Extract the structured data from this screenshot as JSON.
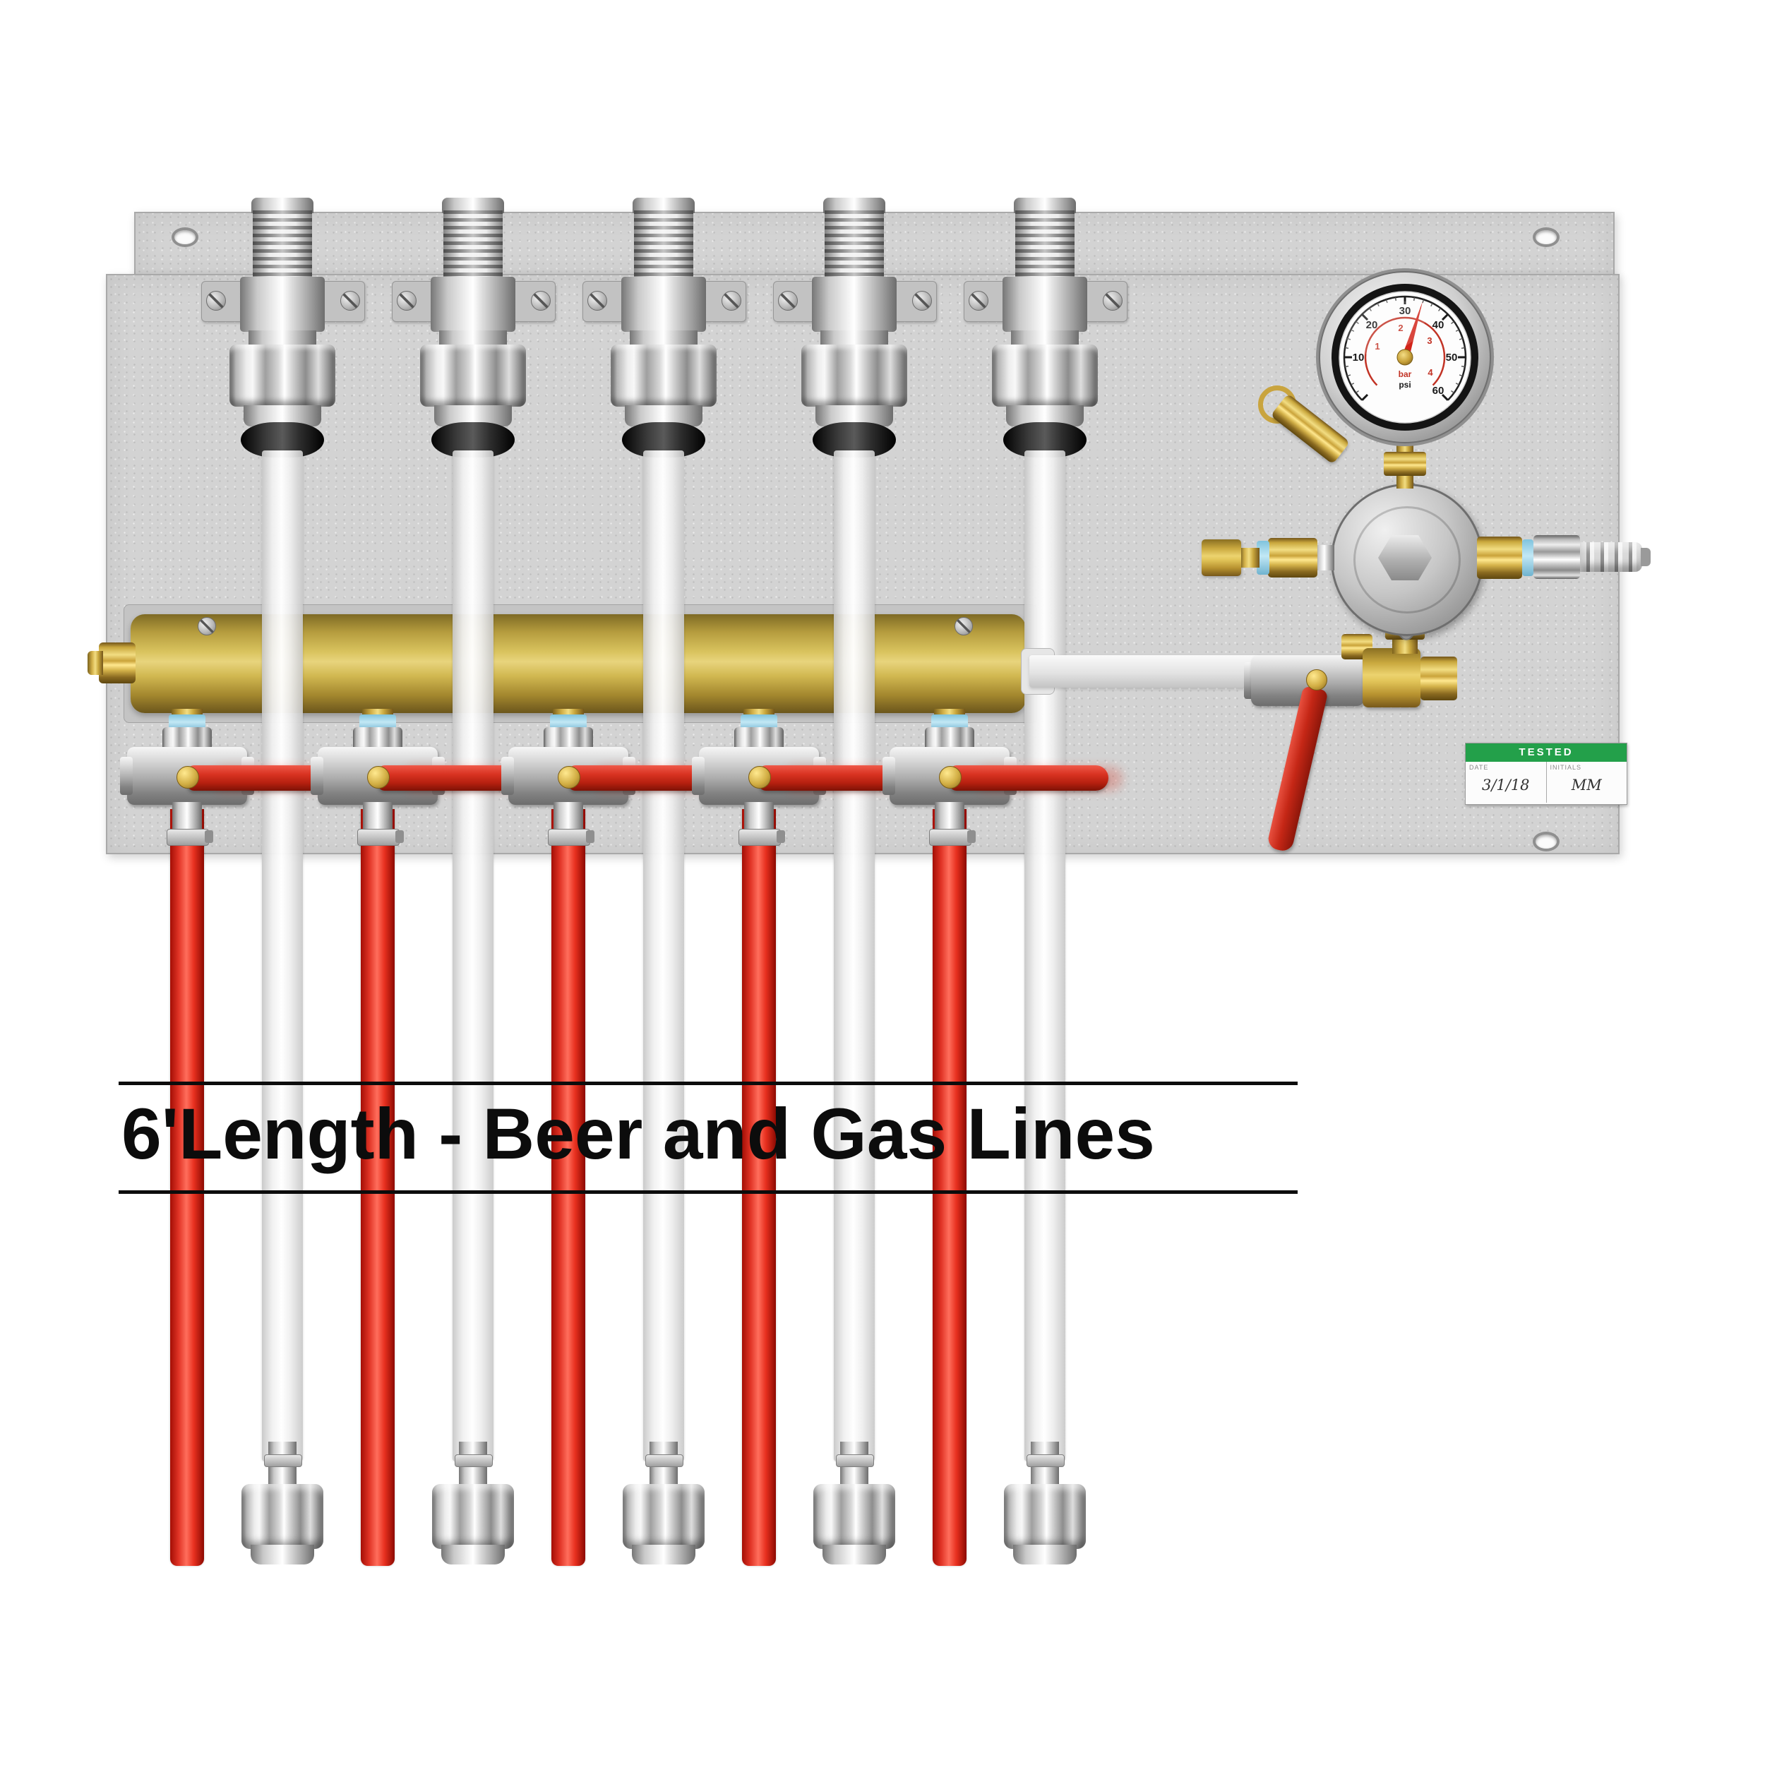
{
  "banner": {
    "text": "6'Length - Beer and Gas Lines"
  },
  "tested_label": {
    "header": "TESTED",
    "date_label": "DATE",
    "date_value": "3/1/18",
    "initials_label": "INITIALS",
    "initials_value": "MM"
  },
  "gauge": {
    "psi_ticks": [
      "10",
      "20",
      "30",
      "40",
      "50",
      "60"
    ],
    "bar_ticks": [
      "1",
      "2",
      "3",
      "4"
    ],
    "primary_unit": "bar",
    "secondary_unit": "psi"
  },
  "hardware": {
    "station_count": 5,
    "accent_red": "#c8281a",
    "brass": "#d9c25e",
    "label_green": "#23a04a",
    "panel_gray": "#d3d3d3"
  }
}
